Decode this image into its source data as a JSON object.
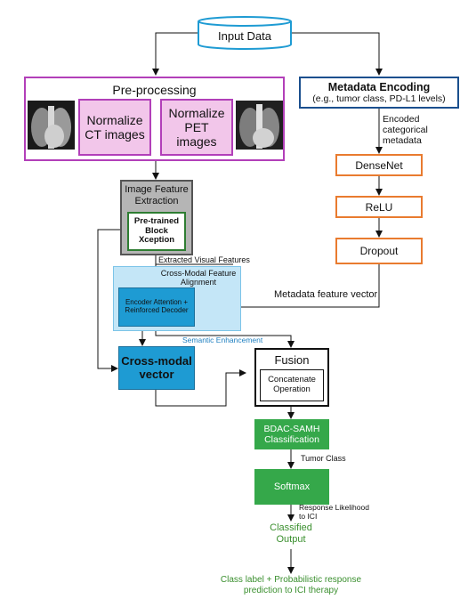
{
  "input": "Input Data",
  "preprocessing": {
    "title": "Pre-processing",
    "ct": "Normalize CT images",
    "pet": "Normalize PET images"
  },
  "metadata": {
    "title": "Metadata Encoding",
    "subtitle": "(e.g., tumor class, PD-L1 levels)",
    "encoded": "Encoded categorical metadata",
    "densenet": "DenseNet",
    "relu": "ReLU",
    "dropout": "Dropout",
    "feature_vector": "Metadata feature vector"
  },
  "image_feature": {
    "title": "Image Feature Extraction",
    "xception": "Pre-trained Block Xception",
    "extracted": "Extracted Visual Features"
  },
  "alignment": {
    "title": "Cross-Modal Feature Alignment",
    "encoder": "Encoder Attention + Reinforced Decoder",
    "semantic": "Semantic Enhancement"
  },
  "cross_modal_vector": "Cross-modal vector",
  "fusion": {
    "title": "Fusion",
    "concat": "Concatenate Operation"
  },
  "bdac": "BDAC-SAMH Classification",
  "tumor_class": "Tumor Class",
  "softmax": "Softmax",
  "response": "Response Likelihood to ICI",
  "classified": "Classified Output",
  "final": "Class label + Probabilistic response prediction to ICI therapy",
  "colors": {
    "purple": "#b23fb9",
    "pink": "#f2c6ea",
    "blue_dark": "#1a4f8e",
    "orange": "#e97b2f",
    "teal": "#1e9bd3",
    "light_blue": "#c4e6f7",
    "green": "#35a84a",
    "green_text": "#3a8f2e",
    "gray": "#b5b5b5"
  }
}
